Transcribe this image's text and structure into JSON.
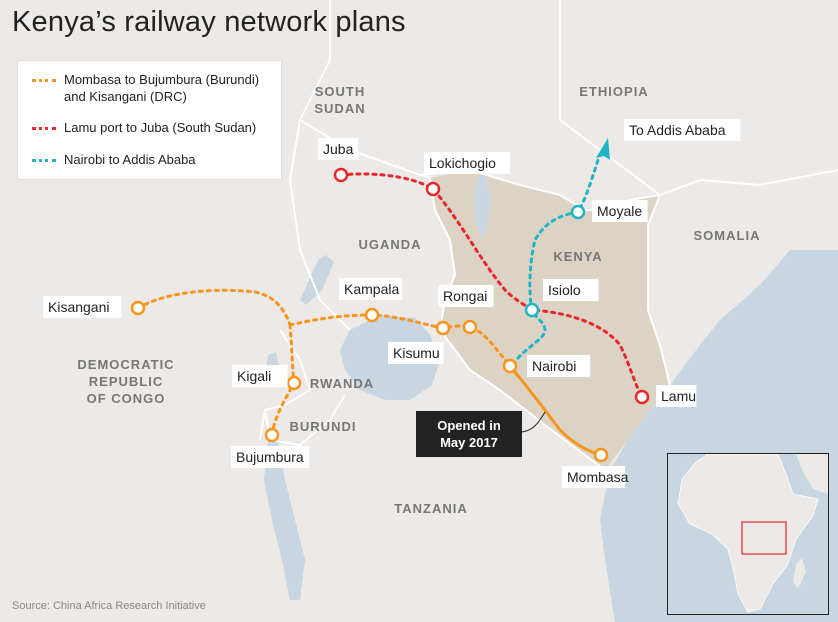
{
  "title": "Kenya’s railway network plans",
  "legend": [
    {
      "label": "Mombasa to Bujumbura (Burundi)\nand Kisangani (DRC)",
      "color": "#f7941d"
    },
    {
      "label": "Lamu port to Juba (South Sudan)",
      "color": "#e8272a"
    },
    {
      "label": "Nairobi to Addis Ababa",
      "color": "#1fb5c6"
    }
  ],
  "countries": {
    "south_sudan": "SOUTH\nSUDAN",
    "ethiopia": "ETHIOPIA",
    "uganda": "UGANDA",
    "kenya": "KENYA",
    "somalia": "SOMALIA",
    "drc": "DEMOCRATIC\nREPUBLIC\nOF CONGO",
    "rwanda": "RWANDA",
    "burundi": "BURUNDI",
    "tanzania": "TANZANIA"
  },
  "cities": {
    "juba": "Juba",
    "lokichogio": "Lokichogio",
    "addis": "To Addis Ababa",
    "moyale": "Moyale",
    "isiolo": "Isiolo",
    "kampala": "Kampala",
    "rongai": "Rongai",
    "kisangani": "Kisangani",
    "kisumu": "Kisumu",
    "nairobi": "Nairobi",
    "kigali": "Kigali",
    "lamu": "Lamu",
    "bujumbura": "Bujumbura",
    "mombasa": "Mombasa"
  },
  "callout": "Opened in\nMay 2017",
  "source": "Source: China Africa Research Initiative",
  "colors": {
    "land": "#ece9e6",
    "kenya": "#ddd3c4",
    "water": "#c7d6e0",
    "border": "#ffffff",
    "orange": "#f7941d",
    "red": "#e8272a",
    "teal": "#1fb5c6"
  }
}
